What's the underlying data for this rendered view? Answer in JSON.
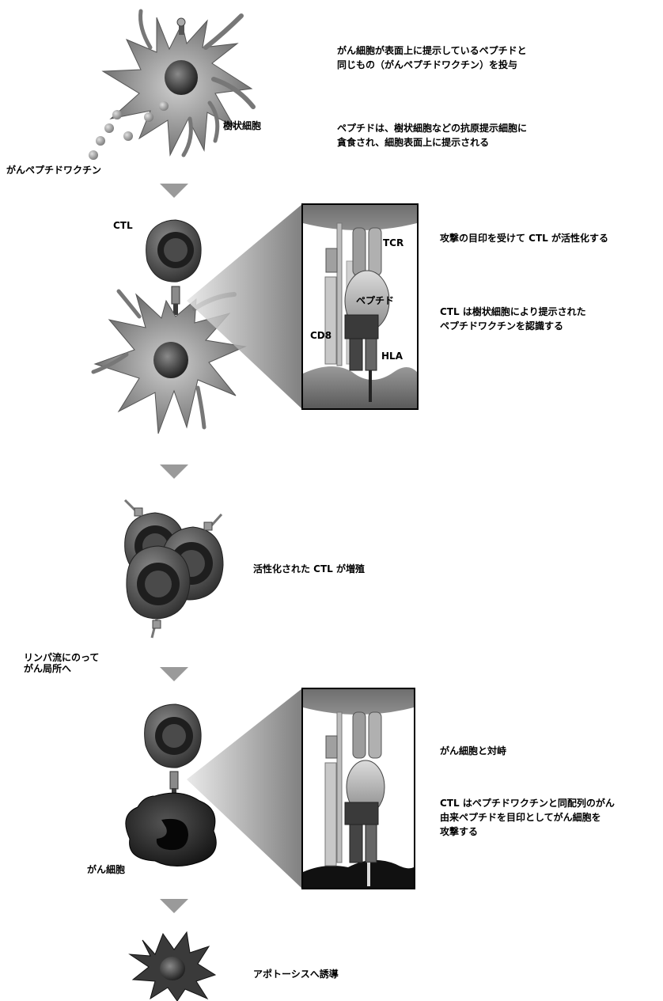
{
  "labels": {
    "dendritic_cell": "樹状細胞",
    "peptide_vaccine": "がんペプチドワクチン",
    "ctl": "CTL",
    "tcr": "TCR",
    "peptide": "ペプチド",
    "cd8": "CD8",
    "hla": "HLA",
    "lymph_flow": "リンパ流にのって\nがん局所へ",
    "cancer_cell": "がん細胞"
  },
  "steps": {
    "s1": "がん細胞が表面上に提示しているペプチドと\n同じもの（がんペプチドワクチン）を投与",
    "s2": "ペプチドは、樹状細胞などの抗原提示細胞に\n貪食され、細胞表面上に提示される",
    "s3": "攻撃の目印を受けて CTL が活性化する",
    "s4": "CTL は樹状細胞により提示された\nペプチドワクチンを認識する",
    "s5": "活性化された CTL が増殖",
    "s6": "がん細胞と対峙",
    "s7": "CTL はペプチドワクチンと同配列のがん\n由来ペプチドを目印としてがん細胞を\n攻撃する",
    "s8": "アポトーシスへ誘導"
  },
  "colors": {
    "arrow": "#9a9a9a",
    "cell_light": "#a8a8a8",
    "cell_dark": "#3c3c3c",
    "nucleus": "#2a2a2a",
    "box_border": "#000000"
  }
}
